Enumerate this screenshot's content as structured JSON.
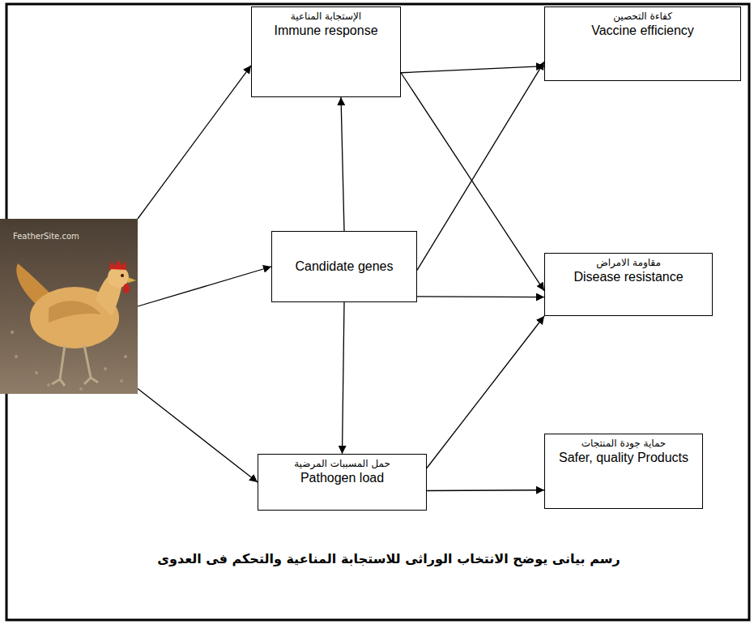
{
  "diagram": {
    "caption": "رسم بيانى يوضح الانتخاب الوراثى للاستجابة المناعية والتحكم فى العدوى",
    "nodes": [
      {
        "text": [
          "الإستجابة المناعية",
          "Immune response"
        ]
      },
      {
        "text": [
          "كفاءة التحصين",
          "Vaccine efficiency"
        ]
      },
      {
        "text": [
          "FeatherSite.com"
        ]
      },
      {
        "text": [
          "Candidate genes"
        ]
      },
      {
        "text": [
          "مقاومة الامراض",
          "Disease resistance"
        ]
      },
      {
        "text": [
          "حمل المسببات المرضية",
          "Pathogen load"
        ]
      },
      {
        "text": [
          "حماية جودة المنتجات",
          "Safer, quality Products"
        ]
      }
    ],
    "edges": [
      {
        "from": 2,
        "to": 0,
        "arrow": "to"
      },
      {
        "from": 2,
        "to": 3,
        "arrow": "to"
      },
      {
        "from": 2,
        "to": 5,
        "arrow": "to"
      },
      {
        "from": 3,
        "to": 0,
        "arrow": "to"
      },
      {
        "from": 3,
        "to": 5,
        "arrow": "to"
      },
      {
        "from": 0,
        "to": 1,
        "arrow": "to"
      },
      {
        "from": 0,
        "to": 4,
        "arrow": "to"
      },
      {
        "from": 3,
        "to": 1,
        "arrow": "to"
      },
      {
        "from": 3,
        "to": 4,
        "arrow": "to"
      },
      {
        "from": 5,
        "to": 4,
        "arrow": "to"
      },
      {
        "from": 5,
        "to": 6,
        "arrow": "to"
      }
    ]
  }
}
